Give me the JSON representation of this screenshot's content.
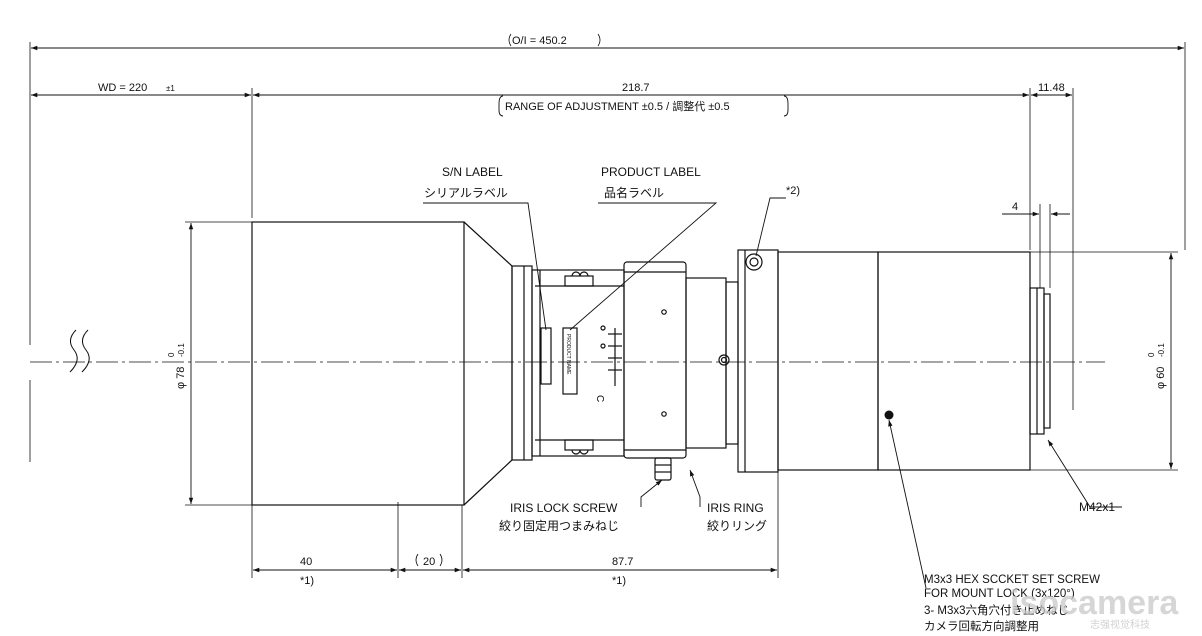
{
  "dimensions": {
    "overall": "O/I = 450.2",
    "wd": "WD = 220",
    "wd_tol": "±1",
    "main": "218.7",
    "adjustment": "RANGE OF ADJUSTMENT ±0.5 / 調整代 ±0.5",
    "back": "11.48",
    "four": "4",
    "dia78": "φ 78",
    "dia78_tol_upper": "0",
    "dia78_tol_lower": "-0.1",
    "dia60": "φ 60",
    "dia60_tol_upper": "0",
    "dia60_tol_lower": "-0.1",
    "d40": "40",
    "d20": "20",
    "d877": "87.7",
    "note1a": "*1)",
    "note1b": "*1)",
    "note2": "*2)"
  },
  "labels": {
    "sn_en": "S/N LABEL",
    "sn_jp": "シリアルラベル",
    "product_en": "PRODUCT LABEL",
    "product_jp": "品名ラベル",
    "product_name_small": "PRODUCT NAME",
    "iris_lock_en": "IRIS LOCK SCREW",
    "iris_lock_jp": "絞り固定用つまみねじ",
    "iris_ring_en": "IRIS RING",
    "iris_ring_jp": "絞りリング",
    "mount": "M42x1",
    "hex1": "M3x3 HEX SCCKET SET SCREW",
    "hex2": "FOR MOUNT LOCK (3x120°)",
    "hex3": "3- M3x3六角穴付き止めねじ",
    "hex4": "カメラ回転方向調整用",
    "ring_c": "C"
  },
  "watermark": {
    "brand": "isocamera",
    "sub": "志强视觉科技"
  }
}
